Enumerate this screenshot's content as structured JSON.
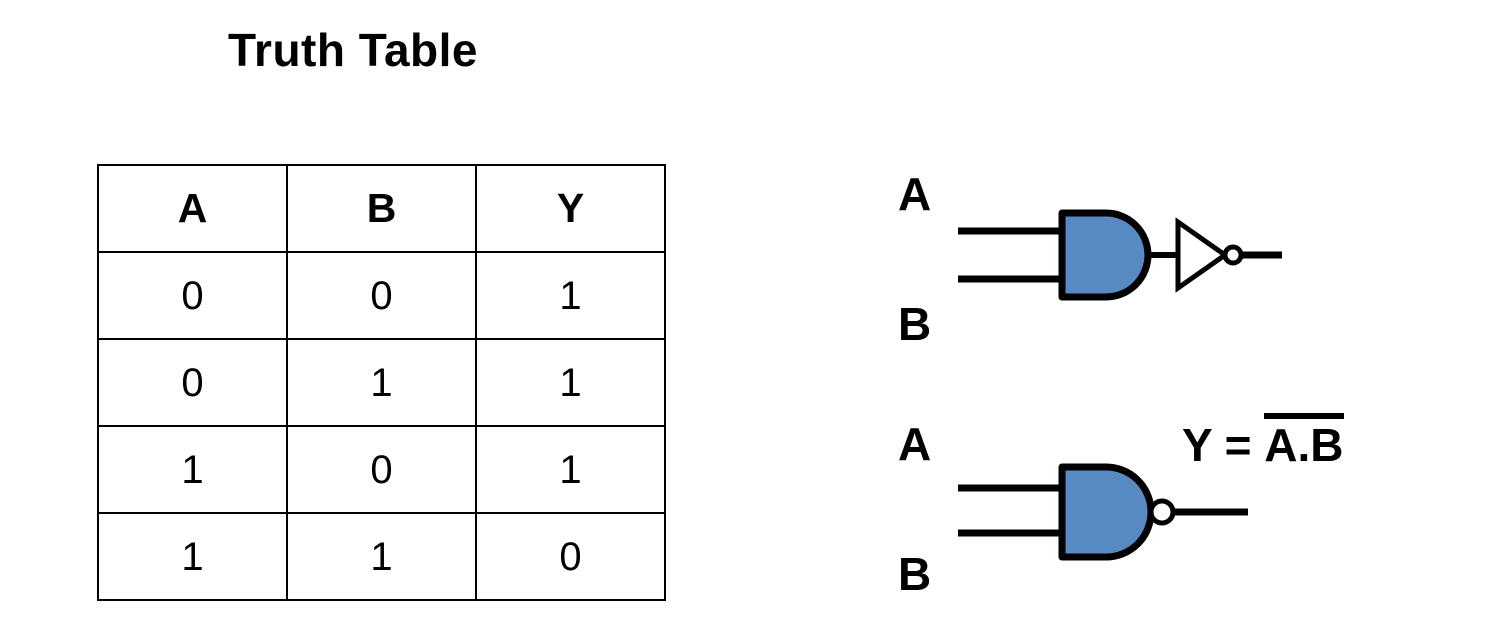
{
  "page": {
    "title": "Truth Table",
    "background_color": "#ffffff",
    "ink_color": "#000000",
    "gate_fill_color": "#5789c2"
  },
  "truth_table": {
    "caption": "Truth Table",
    "headers": [
      "A",
      "B",
      "Y"
    ],
    "rows": [
      [
        "0",
        "0",
        "1"
      ],
      [
        "0",
        "1",
        "1"
      ],
      [
        "1",
        "0",
        "1"
      ],
      [
        "1",
        "1",
        "0"
      ]
    ]
  },
  "diagrams": [
    {
      "id": "and-then-not",
      "description": "AND gate followed by NOT gate",
      "inputs": [
        "A",
        "B"
      ],
      "gates": [
        "AND",
        "NOT"
      ]
    },
    {
      "id": "nand",
      "description": "NAND gate",
      "inputs": [
        "A",
        "B"
      ],
      "gates": [
        "NAND"
      ]
    }
  ],
  "equation": {
    "lhs": "Y = ",
    "overbar_expression": "A.B",
    "full": "Y = A.B (complemented)"
  }
}
